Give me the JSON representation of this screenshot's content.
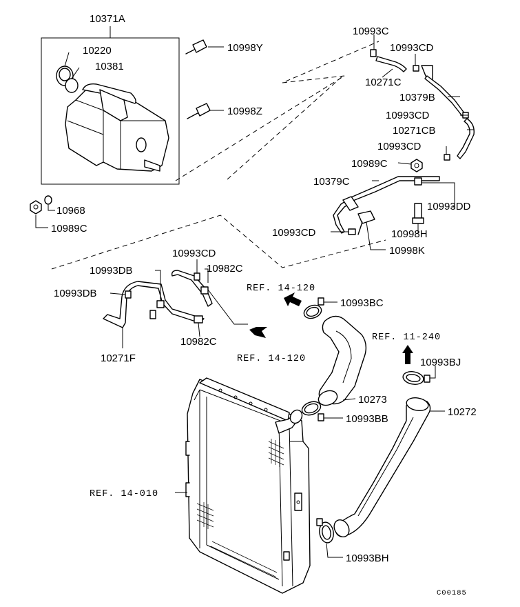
{
  "labels": {
    "p10371A": "10371A",
    "p10220": "10220",
    "p10381": "10381",
    "p10998Y": "10998Y",
    "p10998Z": "10998Z",
    "p10968": "10968",
    "p10989C_a": "10989C",
    "p10993C": "10993C",
    "p10993CD_a": "10993CD",
    "p10271C": "10271C",
    "p10379B": "10379B",
    "p10993CD_b": "10993CD",
    "p10271CB": "10271CB",
    "p10993CD_c": "10993CD",
    "p10989C_b": "10989C",
    "p10379C": "10379C",
    "p10993DD": "10993DD",
    "p10998H": "10998H",
    "p10993CD_d": "10993CD",
    "p10998K": "10998K",
    "p10993CD_e": "10993CD",
    "p10982C_a": "10982C",
    "p10993DB_a": "10993DB",
    "p10993DB_b": "10993DB",
    "p10982C_b": "10982C",
    "p10271F": "10271F",
    "ref_14_120_a": "REF. 14-120",
    "p10993BC": "10993BC",
    "ref_14_120_b": "REF. 14-120",
    "ref_11_240": "REF. 11-240",
    "p10993BJ": "10993BJ",
    "p10273": "10273",
    "p10993BB": "10993BB",
    "p10272": "10272",
    "ref_14_010": "REF. 14-010",
    "p10993BH": "10993BH",
    "code": "C00185"
  }
}
